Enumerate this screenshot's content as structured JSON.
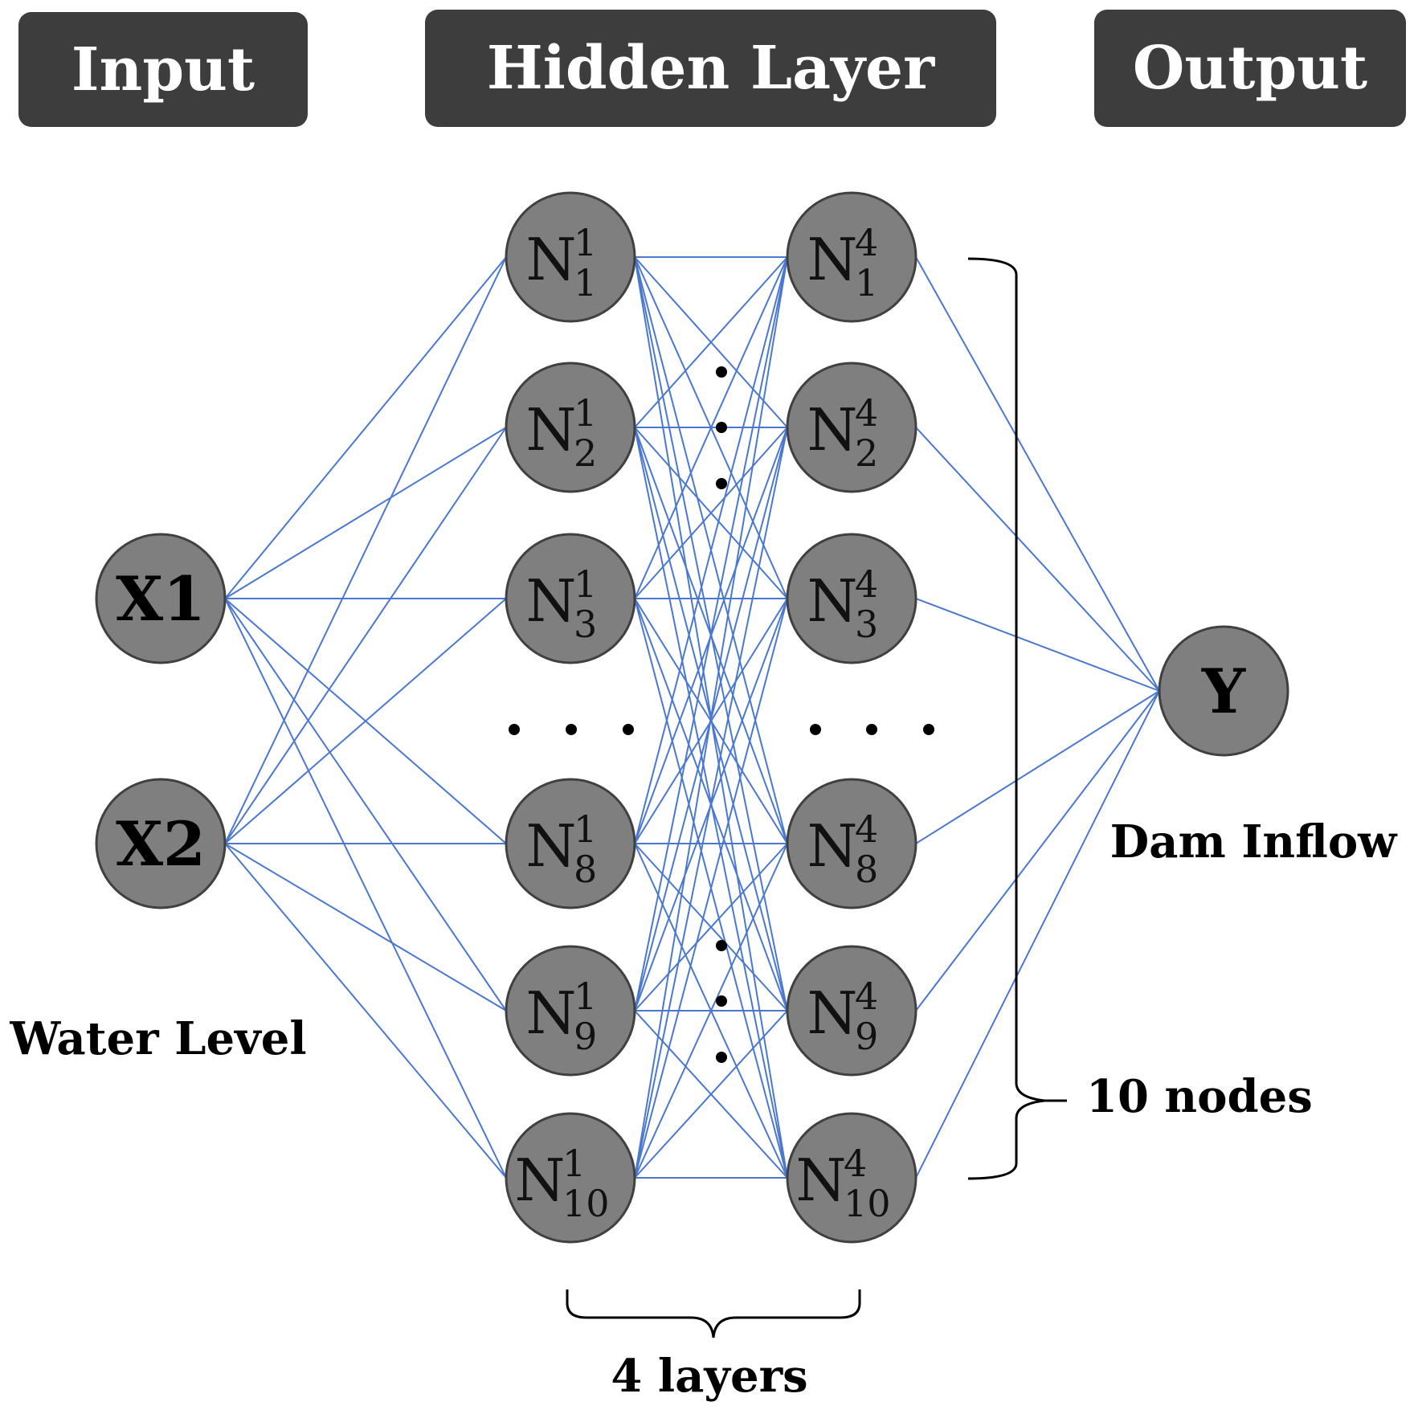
{
  "headers": {
    "input": "Input",
    "hidden": "Hidden Layer",
    "output": "Output"
  },
  "input_nodes": [
    {
      "label": "X1"
    },
    {
      "label": "X2"
    }
  ],
  "input_caption": "Water Level",
  "hidden_first": [
    {
      "base": "N",
      "sup": "1",
      "sub": "1"
    },
    {
      "base": "N",
      "sup": "1",
      "sub": "2"
    },
    {
      "base": "N",
      "sup": "1",
      "sub": "3"
    },
    {
      "base": "N",
      "sup": "1",
      "sub": "8"
    },
    {
      "base": "N",
      "sup": "1",
      "sub": "9"
    },
    {
      "base": "N",
      "sup": "1",
      "sub": "10"
    }
  ],
  "hidden_last": [
    {
      "base": "N",
      "sup": "4",
      "sub": "1"
    },
    {
      "base": "N",
      "sup": "4",
      "sub": "2"
    },
    {
      "base": "N",
      "sup": "4",
      "sub": "3"
    },
    {
      "base": "N",
      "sup": "4",
      "sub": "8"
    },
    {
      "base": "N",
      "sup": "4",
      "sub": "9"
    },
    {
      "base": "N",
      "sup": "4",
      "sub": "10"
    }
  ],
  "output_node": {
    "label": "Y"
  },
  "output_caption": "Dam Inflow",
  "nodes_caption": "10 nodes",
  "layers_caption": "4 layers",
  "colors": {
    "header_bg": "#3d3d3d",
    "node_fill": "#7f7f7f",
    "node_stroke": "#404040",
    "edge": "#4a78cf"
  }
}
